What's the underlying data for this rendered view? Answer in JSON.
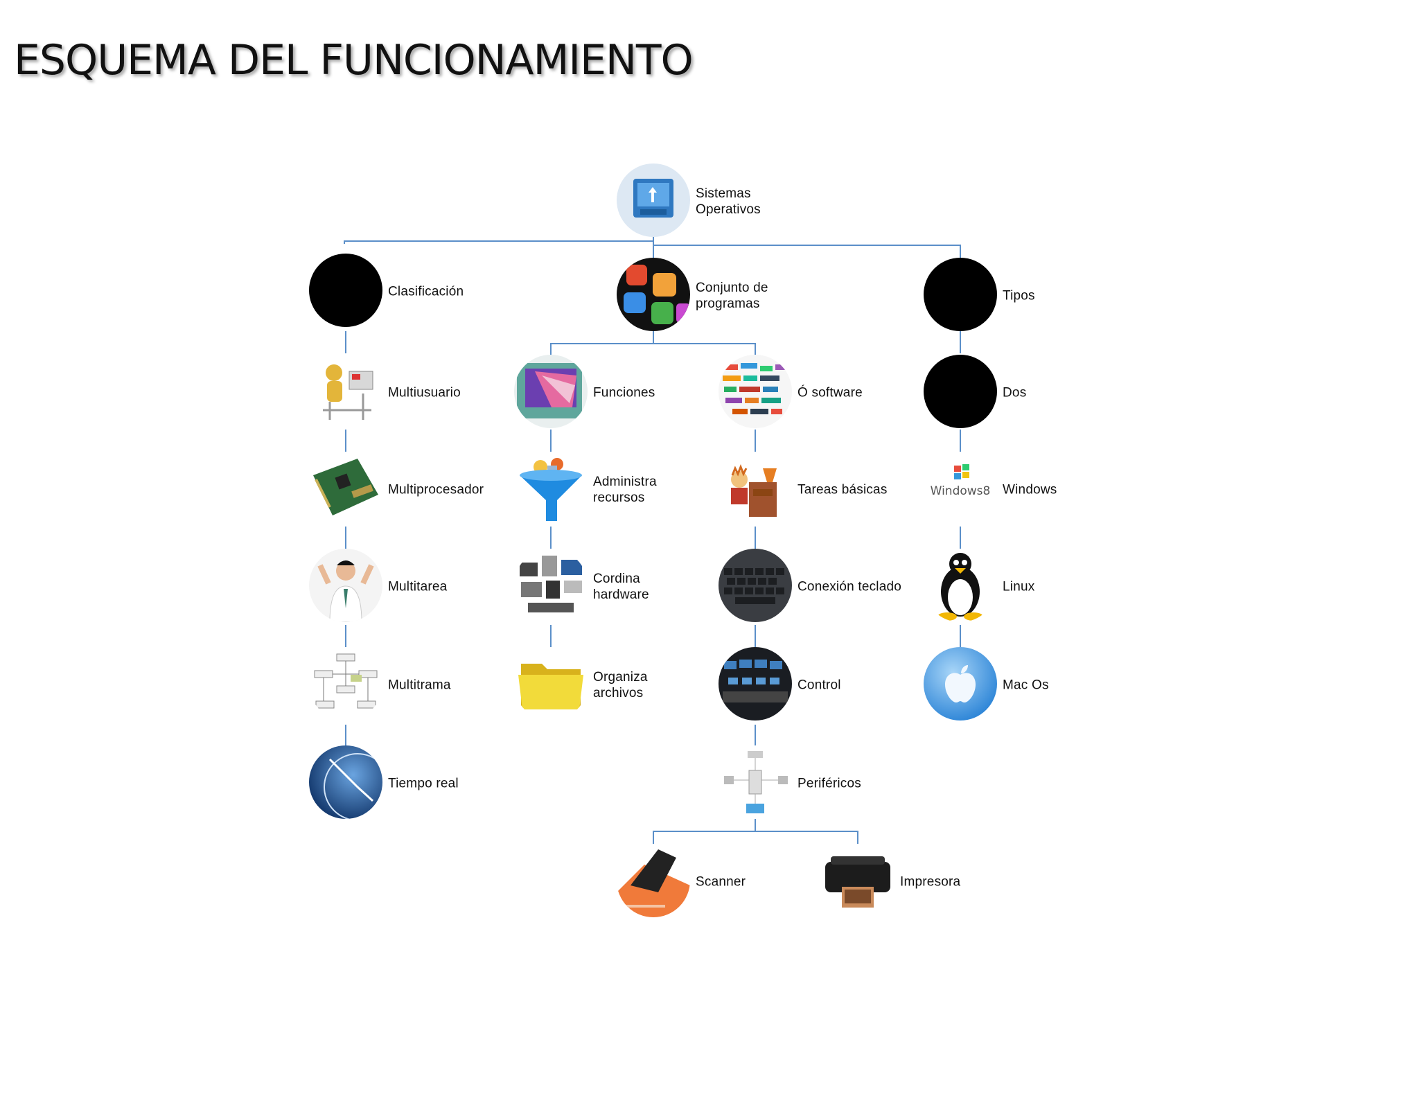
{
  "title": "ESQUEMA DEL FUNCIONAMIENTO",
  "colors": {
    "connector": "#5b8fc9",
    "text": "#111111"
  },
  "diagram": {
    "root": {
      "label": "Sistemas\nOperativos",
      "icon": "mac-os-icon"
    },
    "branches": {
      "clasificacion": {
        "label": "Clasificación",
        "icon": "black-circle",
        "children": [
          {
            "label": "Multiusuario",
            "icon": "user-at-computer-icon"
          },
          {
            "label": "Multiprocesador",
            "icon": "circuit-board-icon"
          },
          {
            "label": "Multitarea",
            "icon": "stressed-man-icon"
          },
          {
            "label": "Multitrama",
            "icon": "flowchart-icon"
          },
          {
            "label": "Tiempo real",
            "icon": "clock-icon"
          }
        ]
      },
      "conjunto": {
        "label": "Conjunto de\nprogramas",
        "icon": "app-tiles-icon",
        "funciones": {
          "label": "Funciones",
          "icon": "monitor-icon",
          "children": [
            {
              "label": "Administra\nrecursos",
              "icon": "funnel-icon"
            },
            {
              "label": "Cordina\nhardware",
              "icon": "hardware-collage-icon"
            },
            {
              "label": "Organiza\narchivos",
              "icon": "folder-icon"
            }
          ]
        },
        "software": {
          "label": "Ó software",
          "icon": "logos-collage-icon",
          "children": [
            {
              "label": "Tareas básicas",
              "icon": "cartoon-desk-icon"
            },
            {
              "label": "Conexión teclado",
              "icon": "keyboard-icon"
            },
            {
              "label": "Control",
              "icon": "control-room-icon"
            },
            {
              "label": "Periféricos",
              "icon": "peripherals-icon"
            }
          ],
          "perifericos": [
            {
              "label": "Scanner",
              "icon": "scanner-icon"
            },
            {
              "label": "Impresora",
              "icon": "printer-icon"
            }
          ]
        }
      },
      "tipos": {
        "label": "Tipos",
        "icon": "black-circle",
        "children": [
          {
            "label": "Dos",
            "icon": "black-circle"
          },
          {
            "label": "Windows",
            "icon": "windows-8-logo"
          },
          {
            "label": "Linux",
            "icon": "tux-penguin-icon"
          },
          {
            "label": "Mac Os",
            "icon": "apple-logo-icon"
          }
        ]
      }
    }
  }
}
